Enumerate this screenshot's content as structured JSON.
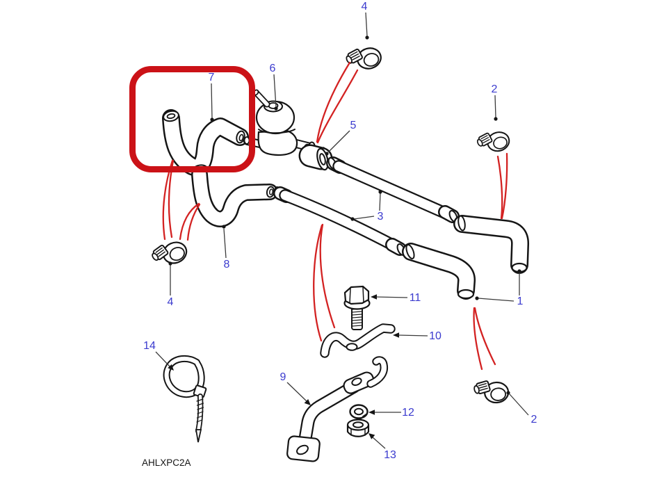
{
  "drawing_code": "AHLXPC2A",
  "colors": {
    "background": "#ffffff",
    "line_art": "#151515",
    "callout_label": "#3a3ace",
    "highlight_box": "#cb1217",
    "fit_arrow": "#d32222"
  },
  "callouts": [
    {
      "label": "4",
      "part": "hose-clamp",
      "position": "top"
    },
    {
      "label": "7",
      "part": "outlet-hose",
      "position": "highlighted"
    },
    {
      "label": "6",
      "part": "pressure-regulator",
      "position": "center"
    },
    {
      "label": "2",
      "part": "hose-clamp",
      "position": "right"
    },
    {
      "label": "5",
      "part": "connector-sleeve",
      "position": "center"
    },
    {
      "label": "3",
      "part": "fuel-hose-pair",
      "position": "center"
    },
    {
      "label": "1",
      "part": "elbow-hose-pair",
      "position": "right"
    },
    {
      "label": "8",
      "part": "bypass-hose",
      "position": "center-left"
    },
    {
      "label": "4",
      "part": "hose-clamp",
      "position": "left"
    },
    {
      "label": "11",
      "part": "flange-bolt",
      "position": "center"
    },
    {
      "label": "10",
      "part": "saddle-clamp",
      "position": "center"
    },
    {
      "label": "9",
      "part": "mounting-bracket",
      "position": "bottom-center"
    },
    {
      "label": "12",
      "part": "spring-washer",
      "position": "bottom-center"
    },
    {
      "label": "13",
      "part": "hex-nut",
      "position": "bottom-center"
    },
    {
      "label": "14",
      "part": "cable-tie",
      "position": "bottom-left"
    },
    {
      "label": "2",
      "part": "hose-clamp",
      "position": "bottom-right"
    }
  ]
}
